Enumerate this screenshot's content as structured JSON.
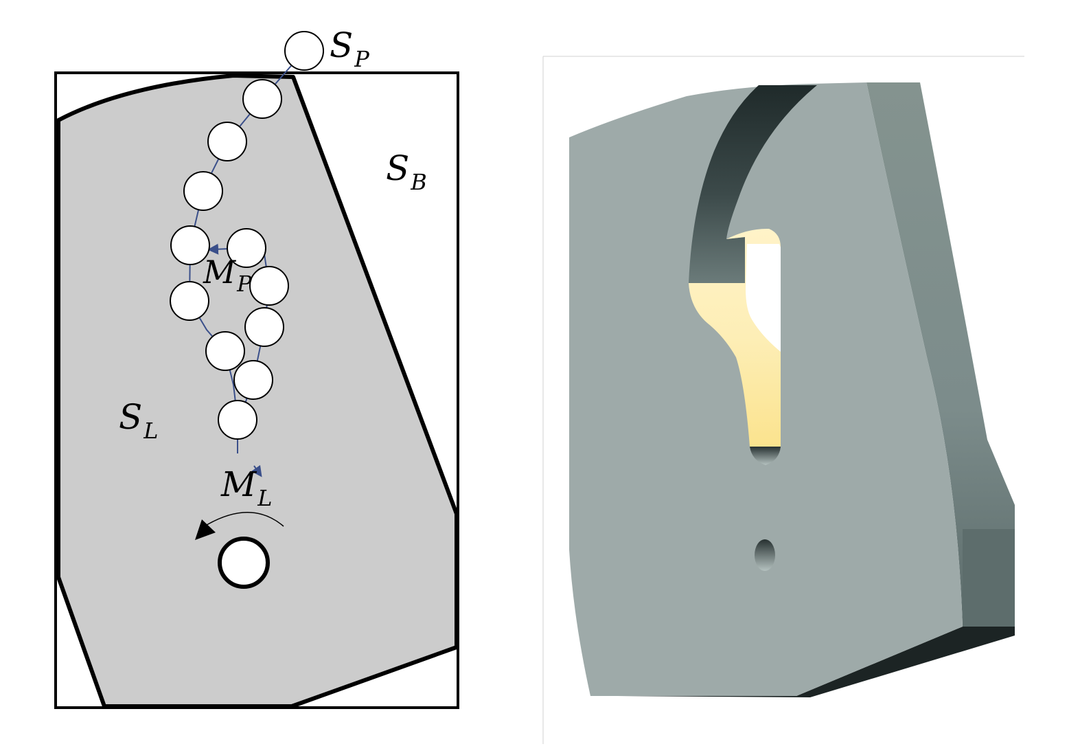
{
  "left_diagram": {
    "labels": {
      "sp": {
        "main": "S",
        "sub": "P"
      },
      "sb": {
        "main": "S",
        "sub": "B"
      },
      "sl": {
        "main": "S",
        "sub": "L"
      },
      "mp": {
        "main": "M",
        "sub": "P"
      },
      "ml": {
        "main": "M",
        "sub": "L"
      }
    },
    "colors": {
      "rock": "#cccccc",
      "outline": "#000000",
      "path": "#3a4f8a",
      "particle_fill": "#ffffff"
    }
  },
  "right_render": {
    "colors": {
      "face": "#9eaaa9",
      "side": "#7f8f8e",
      "side_dark": "#5d6d6c",
      "bottom_shadow": "#1c2424",
      "groove_dark": "#2a3434",
      "wear_surface": "#fde9a4",
      "hole": "#ffffff"
    }
  }
}
